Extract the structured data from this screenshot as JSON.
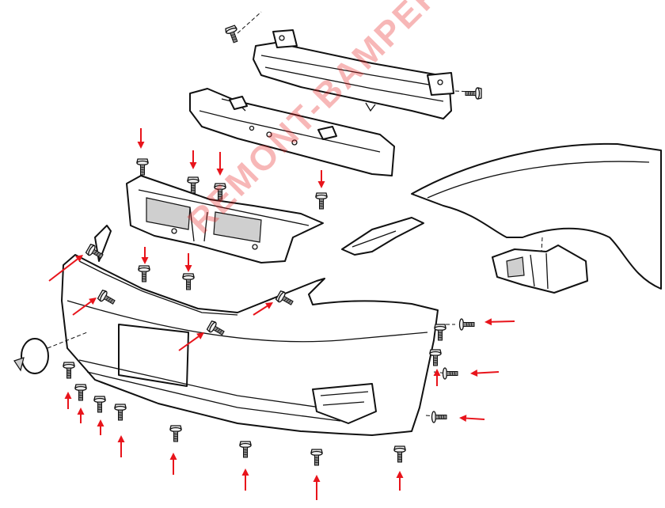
{
  "watermark": {
    "text": "REMONT-BAMPERA.COM",
    "color": "#e8141b"
  },
  "colors": {
    "arrow": "#e8141b",
    "line": "#111111",
    "background": "#ffffff"
  },
  "parts": [
    "reinforcement-beam",
    "energy-absorber",
    "lower-bracket",
    "bumper-cover",
    "fender",
    "fender-bracket",
    "side-bracket",
    "tow-hook-cover"
  ],
  "fastener_icon": "screw-icon",
  "arrow_icon": "red-arrow-icon"
}
